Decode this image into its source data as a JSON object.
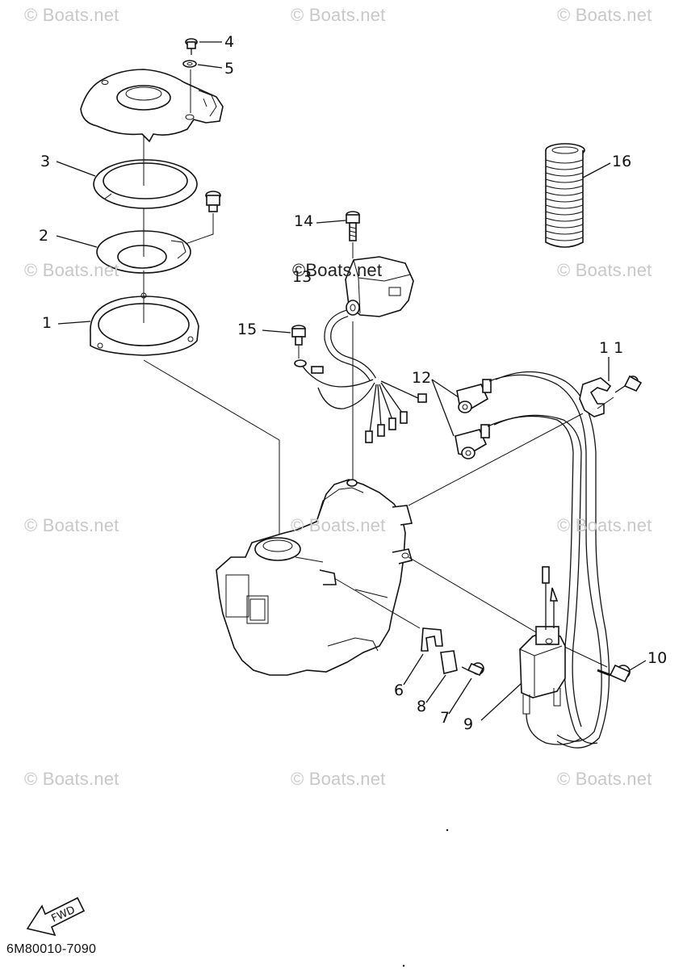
{
  "watermarks": {
    "text": "© Boats.net",
    "overlay_text": "©Boats.net"
  },
  "callouts": {
    "c1": "1",
    "c2": "2",
    "c3": "3",
    "c4": "4",
    "c5": "5",
    "c6": "6",
    "c7": "7",
    "c8": "8",
    "c9": "9",
    "c10": "10",
    "c11": "1 1",
    "c12": "12",
    "c13": "13",
    "c14": "14",
    "c15": "15",
    "c16": "16"
  },
  "fwd_label": "FWD",
  "part_code": "6M80010-7090",
  "colors": {
    "line": "#111111",
    "watermark": "#c8c8c8",
    "background": "#ffffff"
  }
}
